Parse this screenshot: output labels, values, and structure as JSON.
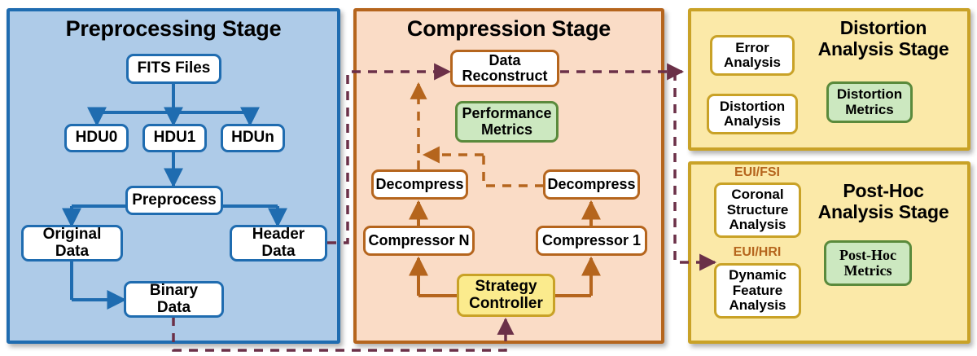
{
  "diagram": {
    "title": "FITS compression and analysis pipeline",
    "colors": {
      "blue_panel": "#aecbe8",
      "blue_border": "#1f6cb0",
      "peach_panel": "#fadcc6",
      "brown_border": "#b5651d",
      "yellow_panel": "#fbe9a8",
      "gold_border": "#c9a227",
      "green_box": "#cce8c0",
      "green_border": "#5a8a3c",
      "controller_fill": "#fbeb8d",
      "dashed_cross_stage": "#6b3048"
    }
  },
  "stages": {
    "preprocessing": {
      "title": "Preprocessing Stage",
      "nodes": {
        "fits_files": "FITS Files",
        "hdu0": "HDU0",
        "hdu1": "HDU1",
        "hdun": "HDUn",
        "preprocess": "Preprocess",
        "original_data": "Original\nData",
        "header_data": "Header\nData",
        "binary_data": "Binary\nData"
      }
    },
    "compression": {
      "title": "Compression Stage",
      "nodes": {
        "data_reconstruct": "Data\nReconstruct",
        "performance_metrics": "Performance\nMetrics",
        "decompress_n": "Decompress",
        "decompress_1": "Decompress",
        "compressor_n": "Compressor N",
        "compressor_1": "Compressor 1",
        "strategy_controller": "Strategy\nController"
      }
    },
    "distortion": {
      "title": "Distortion\nAnalysis Stage",
      "nodes": {
        "error_analysis": "Error\nAnalysis",
        "distortion_analysis": "Distortion\nAnalysis",
        "distortion_metrics": "Distortion\nMetrics"
      }
    },
    "posthoc": {
      "title": "Post-Hoc\nAnalysis Stage",
      "labels": {
        "eui_fsi": "EUI/FSI",
        "eui_hri": "EUI/HRI"
      },
      "nodes": {
        "coronal_structure_analysis": "Coronal\nStructure\nAnalysis",
        "dynamic_feature_analysis": "Dynamic\nFeature\nAnalysis",
        "posthoc_metrics": "Post-Hoc\nMetrics"
      }
    }
  }
}
